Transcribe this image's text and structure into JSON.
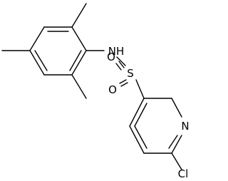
{
  "molecule": {
    "atoms": {
      "nh": "NH",
      "s": "S",
      "o_top": "O",
      "o_bottom": "O",
      "n_ring": "N",
      "cl": "Cl"
    }
  }
}
